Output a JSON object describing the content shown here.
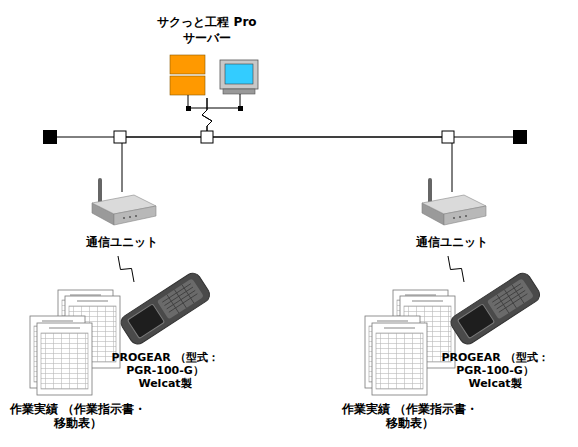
{
  "diagram": {
    "nodes": [
      {
        "text": [
          "サクっと工程 Pro サーバー"
        ]
      },
      {
        "text": [
          "通信ユニット"
        ]
      },
      {
        "text": [
          "通信ユニット"
        ]
      },
      {
        "text": [
          "作業実績 （作業指示書・移動表）"
        ]
      },
      {
        "text": [
          "PROGEAR （型式：PGR-100-G） Welcat製"
        ]
      },
      {
        "text": [
          "作業実績 （作業指示書・移動表）"
        ]
      },
      {
        "text": [
          "PROGEAR （型式：PGR-100-G） Welcat製"
        ]
      }
    ],
    "edges": [
      {
        "from": 0,
        "to": 1,
        "arrow": "none"
      },
      {
        "from": 0,
        "to": 2,
        "arrow": "none"
      },
      {
        "from": 1,
        "to": 4,
        "arrow": "none"
      },
      {
        "from": 2,
        "to": 6,
        "arrow": "none"
      }
    ]
  }
}
